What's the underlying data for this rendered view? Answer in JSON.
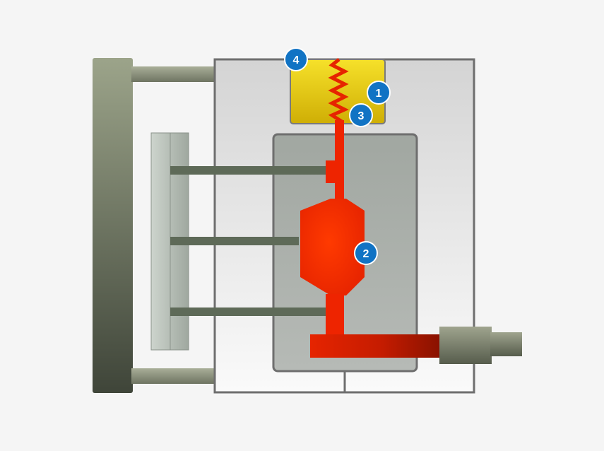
{
  "diagram": {
    "markers": [
      {
        "id": "marker-1",
        "label": "1"
      },
      {
        "id": "marker-2",
        "label": "2"
      },
      {
        "id": "marker-3",
        "label": "3"
      },
      {
        "id": "marker-4",
        "label": "4"
      }
    ],
    "colors": {
      "background": "#f5f5f5",
      "marker_fill": "#1173c4",
      "melt_red": "#ee2200",
      "melt_dark": "#a01300",
      "hot_block": "#e6c400",
      "frame_grey": "#6e6e6e",
      "cavity_grey": "#a6aba6",
      "tie_bar": "#5f6a5a",
      "ejector_plate": "#bcc4bc",
      "platen_dark": "#444a3f"
    },
    "icons": {
      "marker": "numbered-circle-icon"
    }
  }
}
